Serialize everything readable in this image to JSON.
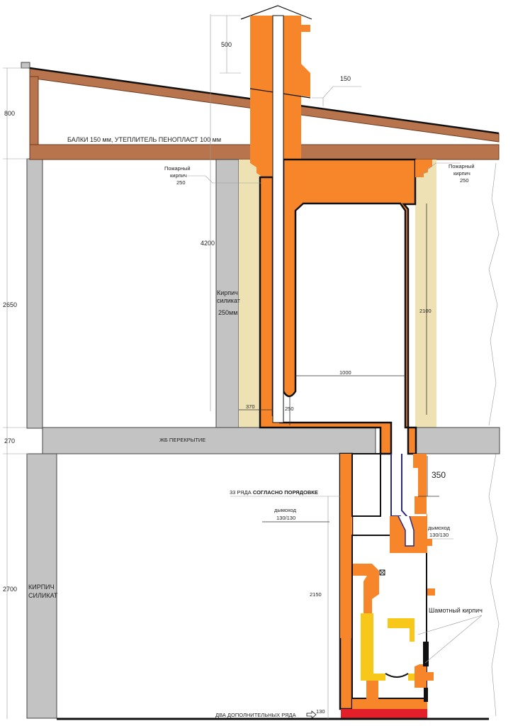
{
  "colors": {
    "brick_orange": "#f7862a",
    "fire_brick": "#eee2b4",
    "chamotte_yellow": "#f7c81a",
    "silicate_grey": "#c3c3c3",
    "wood": "#b8744c",
    "base_red": "#e3202a"
  },
  "dimensions": {
    "left_800": "800",
    "left_2650": "2650",
    "left_270": "270",
    "left_2700": "2700",
    "chimney_500": "500",
    "roof_gap_150": "150",
    "height_4200": "4200",
    "height_2100": "2100",
    "width_1000": "1000",
    "gap_370": "370",
    "gap_250": "250",
    "drop_350": "350",
    "height_2150": "2150",
    "base_130": "130"
  },
  "labels": {
    "beams": "БАЛКИ 150 мм, УТЕПЛИТЕЛЬ ПЕНОПЛАСТ 100 мм",
    "fire_brick_left": [
      "Пожарный",
      "кирпич",
      "250"
    ],
    "fire_brick_right": [
      "Пожарный",
      "кирпич",
      "250"
    ],
    "silicate_upper": [
      "Кирпич",
      "силикат",
      "250мм"
    ],
    "slab": "ЖБ ПЕРЕКРЫТИЕ",
    "rows_prefix": "33 РЯДА",
    "rows_bold": "СОГЛАСНО ПОРЯДОВКЕ",
    "flue_left": [
      "дымоход",
      "130/130"
    ],
    "flue_right": [
      "дымоход",
      "130/130"
    ],
    "chamotte": "Шамотный кирпич",
    "silicate_lower": [
      "КИРПИЧ",
      "СИЛИКАТ"
    ],
    "extra_rows": "ДВА ДОПОЛНИТЕЛЬНЫХ РЯДА"
  }
}
